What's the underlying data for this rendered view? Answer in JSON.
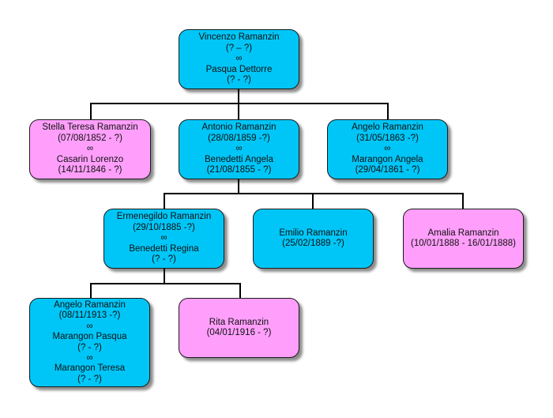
{
  "colors": {
    "male": "#00c6f7",
    "female": "#ff9ffb",
    "connector": "#000000"
  },
  "people": {
    "vincenzo": {
      "sex": "male",
      "lines": [
        "Vincenzo Ramanzin",
        "(? – ?)",
        "∞",
        "Pasqua Dettorre",
        "(? - ?)"
      ]
    },
    "stella": {
      "sex": "female",
      "lines": [
        "Stella Teresa Ramanzin",
        "(07/08/1852 - ?)",
        "∞",
        "Casarin Lorenzo",
        "(14/11/1846 - ?)"
      ]
    },
    "antonio": {
      "sex": "male",
      "lines": [
        "Antonio Ramanzin",
        "(28/08/1859 -?)",
        "∞",
        "Benedetti Angela",
        "(21/08/1855 - ?)"
      ]
    },
    "angelo_sr": {
      "sex": "male",
      "lines": [
        "Angelo Ramanzin",
        "(31/05/1863 -?)",
        "∞",
        "Marangon Angela",
        "(29/04/1861 - ?)"
      ]
    },
    "ermenegildo": {
      "sex": "male",
      "lines": [
        "Ermenegildo Ramanzin",
        "(29/10/1885 -?)",
        "∞",
        "Benedetti Regina",
        "(? - ?)"
      ]
    },
    "emilio": {
      "sex": "male",
      "lines": [
        "Emilio Ramanzin",
        "(25/02/1889 -?)"
      ]
    },
    "amalia": {
      "sex": "female",
      "lines": [
        "Amalia Ramanzin",
        "(10/01/1888 - 16/01/1888)"
      ]
    },
    "angelo_jr": {
      "sex": "male",
      "lines": [
        "Angelo Ramanzin",
        "(08/11/1913 -?)",
        "∞",
        "Marangon Pasqua",
        "(? - ?)",
        "∞",
        "Marangon Teresa",
        "(? - ?)"
      ]
    },
    "rita": {
      "sex": "female",
      "lines": [
        "Rita Ramanzin",
        "(04/01/1916 - ?)"
      ]
    }
  }
}
